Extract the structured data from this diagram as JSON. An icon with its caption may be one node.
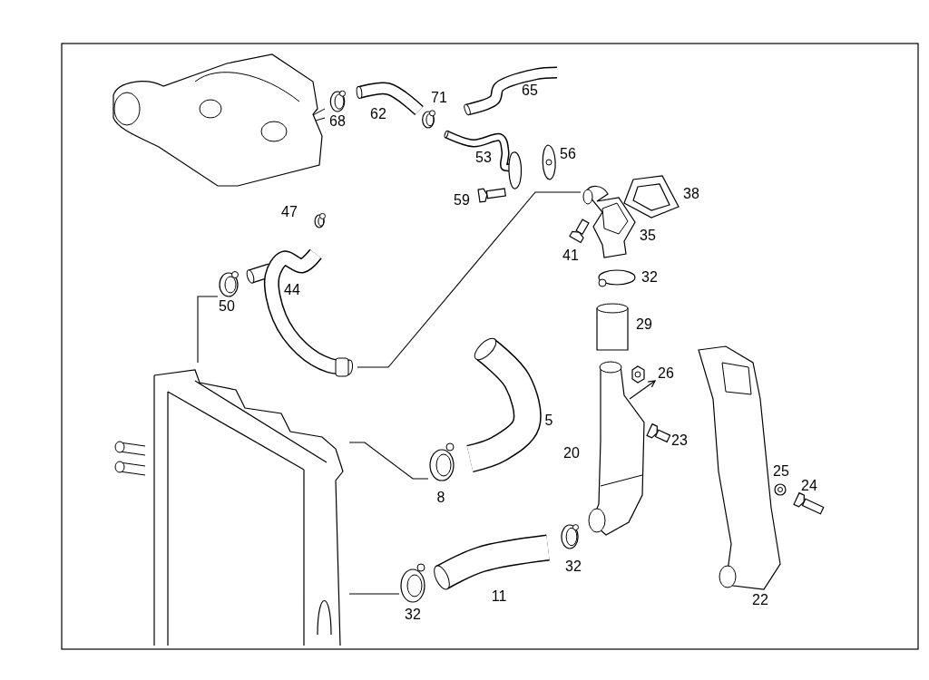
{
  "diagram": {
    "nodes": [
      {
        "text": [],
        "shape": "picture"
      },
      {
        "text": [],
        "shape": "picture",
        "beside": [
          "50"
        ]
      },
      {
        "text": [],
        "shape": "picture",
        "beside": [
          "8"
        ]
      },
      {
        "text": [],
        "shape": "picture",
        "beside": [
          "32"
        ]
      },
      {
        "text": [
          "44"
        ]
      },
      {
        "text": [],
        "shape": "picture",
        "beside": [
          "35"
        ]
      },
      {
        "text": [],
        "shape": "picture",
        "beside": [
          "20"
        ]
      },
      {
        "text": [
          "26"
        ]
      }
    ],
    "edges": [
      {
        "from": 1,
        "to": 0,
        "arrow": "none"
      },
      {
        "from": 2,
        "to": 0,
        "arrow": "none"
      },
      {
        "from": 3,
        "to": 0,
        "arrow": "none"
      },
      {
        "from": 4,
        "to": 5,
        "arrow": "none"
      },
      {
        "from": 6,
        "to": 7,
        "arrow": "to"
      }
    ],
    "labels": [
      "65",
      "62",
      "71",
      "68",
      "53",
      "56",
      "38",
      "59",
      "47",
      "41",
      "32",
      "29",
      "5",
      "23",
      "25",
      "24",
      "32",
      "11",
      "22"
    ]
  }
}
